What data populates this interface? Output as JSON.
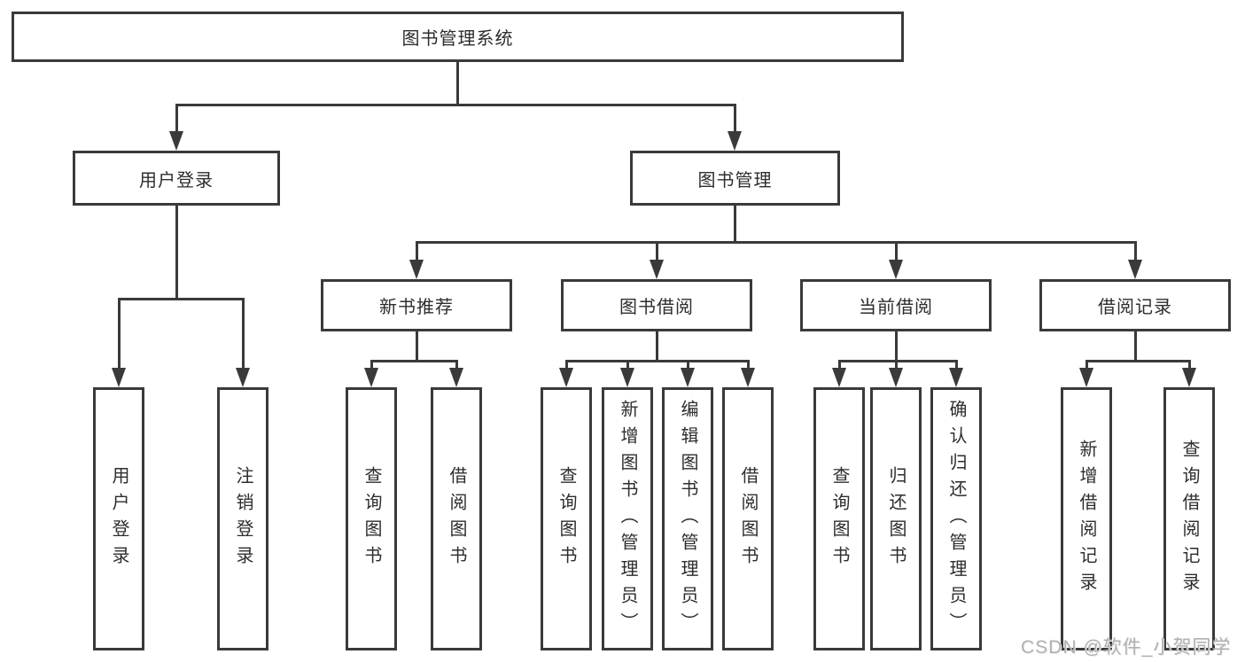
{
  "diagram": {
    "root": {
      "label": "图书管理系统"
    },
    "level2": [
      {
        "label": "用户登录"
      },
      {
        "label": "图书管理"
      }
    ],
    "level3": [
      {
        "label": "新书推荐"
      },
      {
        "label": "图书借阅"
      },
      {
        "label": "当前借阅"
      },
      {
        "label": "借阅记录"
      }
    ],
    "leaves": {
      "user_login": [
        "用户登录",
        "注销登录"
      ],
      "new_book_recommend": [
        "查询图书",
        "借阅图书"
      ],
      "book_borrow": [
        "查询图书",
        "新增图书（管理员）",
        "编辑图书（管理员）",
        "借阅图书"
      ],
      "current_borrow": [
        "查询图书",
        "归还图书",
        "确认归还（管理员）"
      ],
      "borrow_records": [
        "新增借阅记录",
        "查询借阅记录"
      ]
    }
  },
  "watermark": {
    "text": "CSDN @软件_小贺同学"
  },
  "colors": {
    "line": "#3a3a3a",
    "text": "#2d2d2d",
    "watermark": "#b0b0b0",
    "background": "#ffffff"
  }
}
